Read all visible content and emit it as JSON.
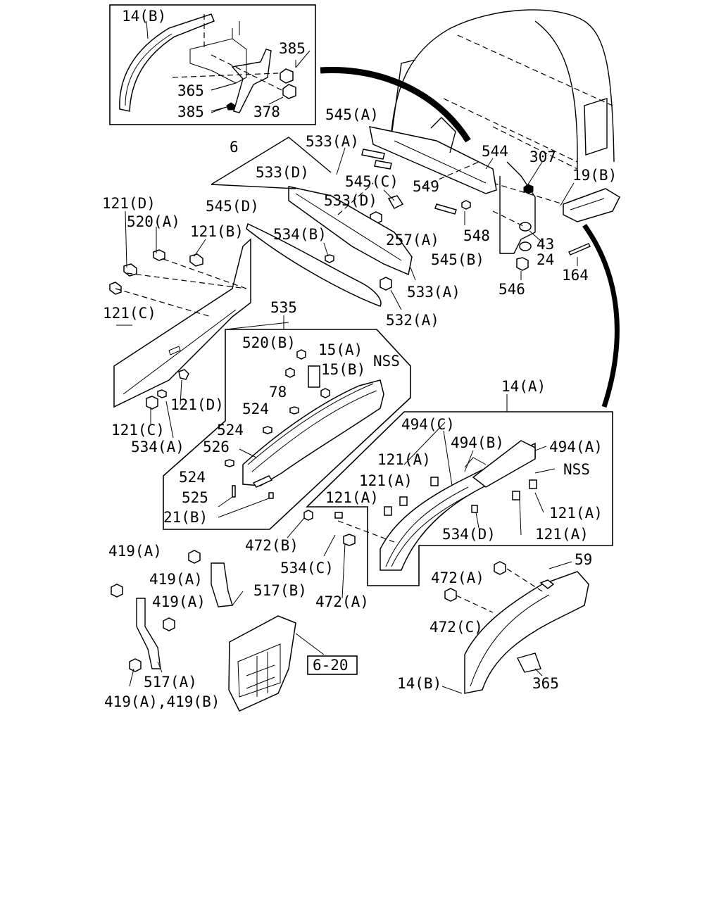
{
  "labels": {
    "l_14b_top": "14(B)",
    "l_385_top": "385",
    "l_365_top": "365",
    "l_385_bot": "385",
    "l_378": "378",
    "l_545a": "545(A)",
    "l_533a_top": "533(A)",
    "l_6": "6",
    "l_533d_1": "533(D)",
    "l_545c": "545(C)",
    "l_544": "544",
    "l_307": "307",
    "l_19b": "19(B)",
    "l_549": "549",
    "l_533d_2": "533(D)",
    "l_545d": "545(D)",
    "l_121d_top": "121(D)",
    "l_520a": "520(A)",
    "l_121b": "121(B)",
    "l_534b": "534(B)",
    "l_257a": "257(A)",
    "l_548": "548",
    "l_43": "43",
    "l_24": "24",
    "l_545b": "545(B)",
    "l_164": "164",
    "l_546": "546",
    "l_533a_bot": "533(A)",
    "l_121c_top": "121(C)",
    "l_535": "535",
    "l_532a": "532(A)",
    "l_520b": "520(B)",
    "l_15a": "15(A)",
    "l_nss_1": "NSS",
    "l_15b": "15(B)",
    "l_78": "78",
    "l_121d_bot": "121(D)",
    "l_524_1": "524",
    "l_524_2": "524",
    "l_121c_bot": "121(C)",
    "l_534a": "534(A)",
    "l_526": "526",
    "l_14a": "14(A)",
    "l_494c": "494(C)",
    "l_494b": "494(B)",
    "l_494a": "494(A)",
    "l_121a_1": "121(A)",
    "l_nss_2": "NSS",
    "l_121a_2": "121(A)",
    "l_524_3": "524",
    "l_525": "525",
    "l_121a_3": "121(A)",
    "l_121a_4": "121(A)",
    "l_21b": "21(B)",
    "l_534d": "534(D)",
    "l_121a_5": "121(A)",
    "l_472b": "472(B)",
    "l_419a_1": "419(A)",
    "l_59": "59",
    "l_534c": "534(C)",
    "l_419a_2": "419(A)",
    "l_472a_1": "472(A)",
    "l_517b": "517(B)",
    "l_419a_3": "419(A)",
    "l_472a_2": "472(A)",
    "l_472c": "472(C)",
    "l_620": "6-20",
    "l_517a": "517(A)",
    "l_14b_bot": "14(B)",
    "l_365_bot": "365",
    "l_419ab": "419(A),419(B)"
  }
}
